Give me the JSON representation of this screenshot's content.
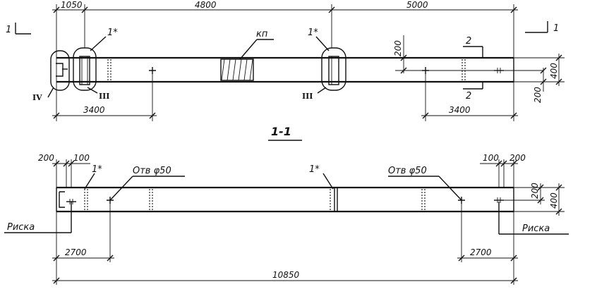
{
  "plan": {
    "dims_top": {
      "d1050": "1050",
      "d4800": "4800",
      "d5000": "5000"
    },
    "dims_bottom": {
      "left_3400": "3400",
      "right_3400": "3400"
    },
    "dims_right": {
      "d200_mid": "200",
      "d400": "400",
      "d200_low": "200"
    },
    "section_marks": {
      "left": "1",
      "right": "1",
      "s2_top": "2",
      "s2_bottom": "2"
    },
    "callouts": {
      "item1_left": "1*",
      "item1_right": "1*",
      "kp": "кп"
    },
    "node_marks": {
      "iv": "IV",
      "iii_left": "III",
      "iii_right": "III"
    }
  },
  "section": {
    "title": "1-1",
    "dims_top": {
      "d200": "200",
      "d100_left": "100",
      "d100_right": "100",
      "d200_right": "200"
    },
    "dims_right": {
      "d200": "200",
      "d400": "400"
    },
    "callouts": {
      "item1_left": "1*",
      "item1_mid": "1*",
      "hole_left": "Отв φ50",
      "hole_right": "Отв φ50"
    },
    "risk_left": "Риска",
    "risk_right": "Риска",
    "dims_bottom": {
      "left_2700": "2700",
      "right_2700": "2700",
      "total": "10850"
    }
  }
}
